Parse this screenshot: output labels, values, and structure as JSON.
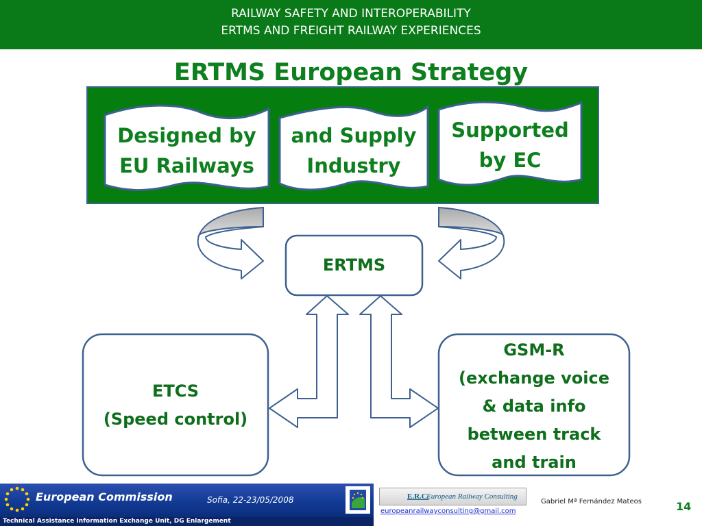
{
  "header": {
    "line1": "RAILWAY SAFETY AND INTEROPERABILITY",
    "line2": "ERTMS AND FREIGHT RAILWAY EXPERIENCES"
  },
  "title": "ERTMS European Strategy",
  "documents": [
    {
      "lines": [
        "Designed by",
        "EU Railways"
      ]
    },
    {
      "lines": [
        "and Supply",
        "Industry"
      ]
    },
    {
      "lines": [
        "Supported",
        "by EC"
      ]
    }
  ],
  "boxes": {
    "ertms": {
      "lines": [
        "ERTMS"
      ]
    },
    "etcs": {
      "lines": [
        "ETCS",
        "(Speed control)"
      ]
    },
    "gsmr": {
      "lines": [
        "GSM-R",
        "(exchange voice",
        "& data info",
        "between track",
        "and train"
      ]
    }
  },
  "colors": {
    "header_green": "#0a7a18",
    "title_green": "#0e7f1e",
    "box_border": "#3d6190",
    "arrow_fill": "#ffffff"
  },
  "footer": {
    "ec_name": "European Commission",
    "date": "Sofia, 22-23/05/2008",
    "ta_text": "Technical Assistance Information Exchange Unit, DG Enlargement",
    "erc_abbr": "E.R.C.",
    "erc_name": "European Railway Consulting",
    "email": "europeanrailwayconsulting@gmail.com",
    "author": "Gabriel Mª Fernández Mateos",
    "page": "14"
  }
}
